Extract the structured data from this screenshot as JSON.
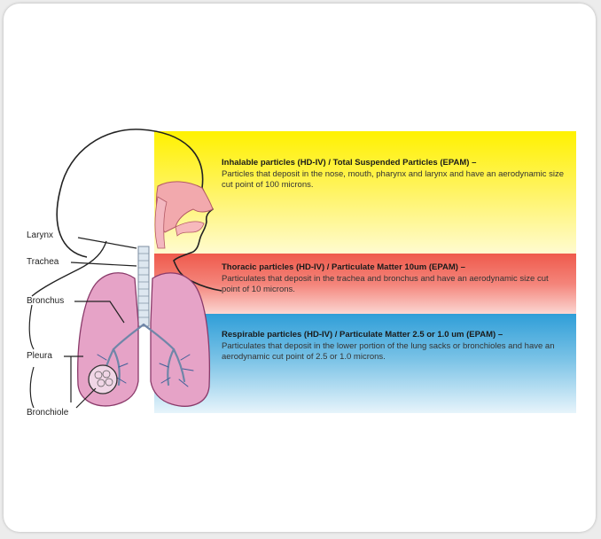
{
  "bands": [
    {
      "title": "Inhalable particles (HD-IV) / Total Suspended Particles (EPAM) –",
      "description": "Particles that deposit in the nose, mouth, pharynx and larynx and have an aerodynamic size cut point of 100 microns."
    },
    {
      "title": "Thoracic particles (HD-IV) / Particulate Matter 10um (EPAM) –",
      "description": "Particulates that deposit in the trachea and bronchus and have an aerodynamic size cut point of 10 microns."
    },
    {
      "title": "Respirable particles (HD-IV) / Particulate Matter 2.5 or 1.0 um (EPAM) –",
      "description": "Particulates that deposit in the lower portion of the lung sacks or bronchioles and have an aerodynamic cut point of 2.5 or 1.0 microns."
    }
  ],
  "labels": {
    "larynx": "Larynx",
    "trachea": "Trachea",
    "bronchus": "Bronchus",
    "pleura": "Pleura",
    "bronchiole": "Bronchiole"
  },
  "colors": {
    "inhalable": "#fff200",
    "thoracic": "#ef5a4c",
    "respirable": "#2f9ed8",
    "lung": "#e6a3c7"
  }
}
